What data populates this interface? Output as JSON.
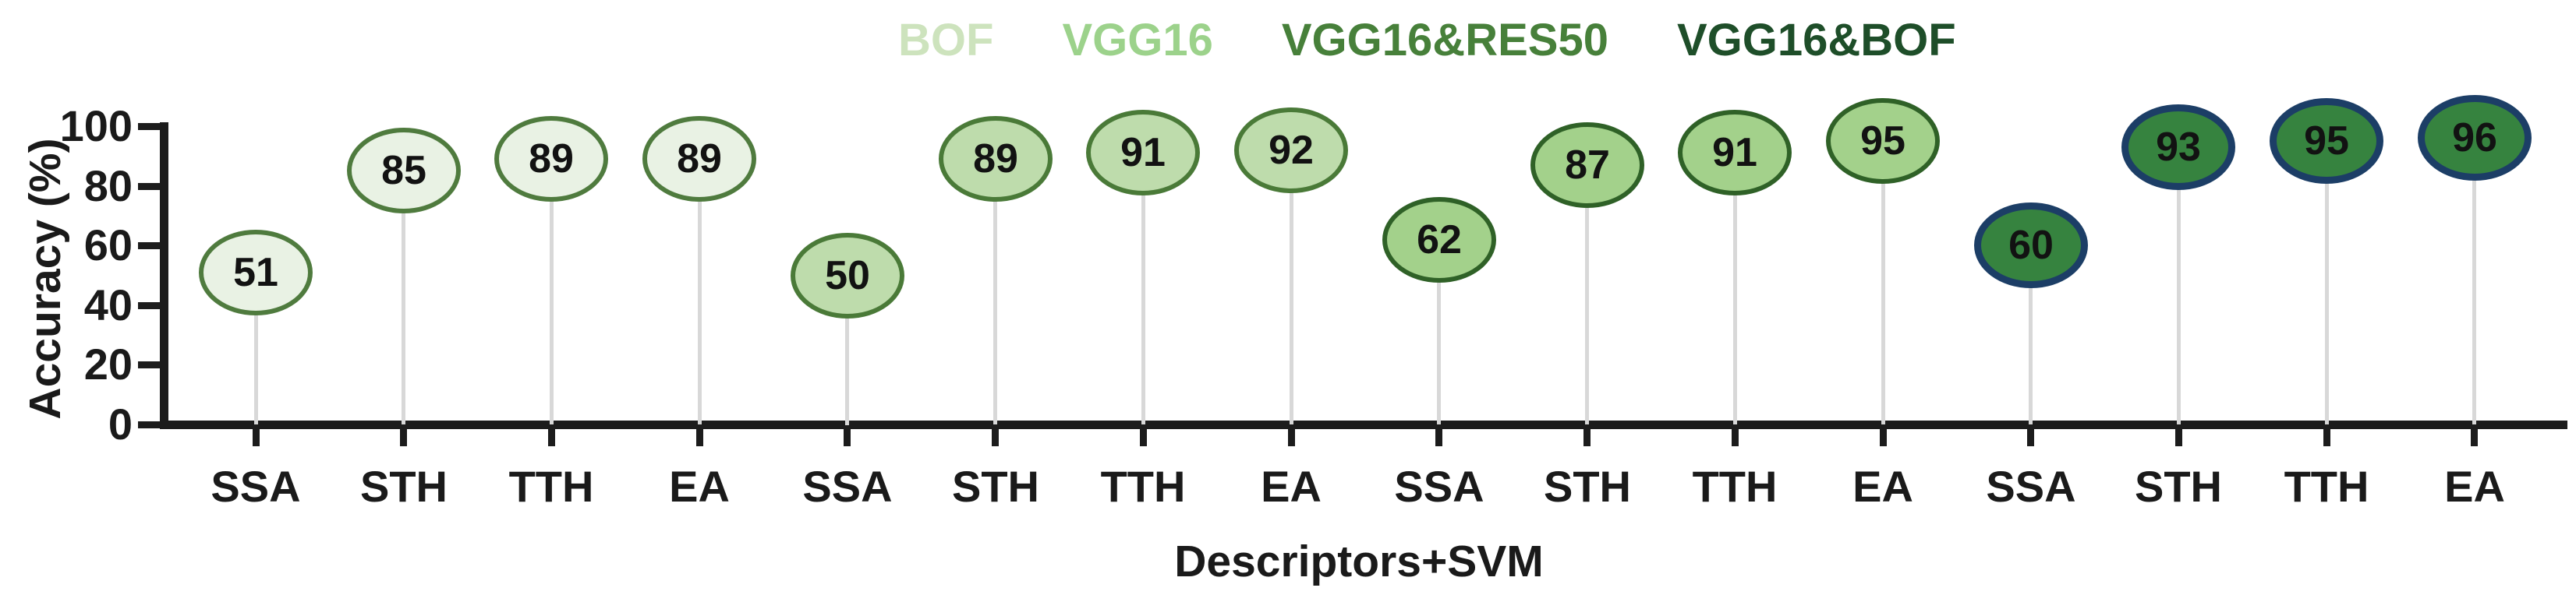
{
  "chart_data": {
    "type": "lollipop-bubble",
    "title": "",
    "xlabel": "Descriptors+SVM",
    "ylabel": "Accuracy (%)",
    "categories": [
      "SSA",
      "STH",
      "TTH",
      "EA"
    ],
    "series": [
      {
        "name": "BOF",
        "values": [
          51,
          85,
          89,
          89
        ],
        "fill": "#e9f2e4",
        "stroke": "#4f7b3e",
        "stroke_px": 6,
        "legend_color": "#cde3bd"
      },
      {
        "name": "VGG16",
        "values": [
          50,
          89,
          91,
          92
        ],
        "fill": "#bedcac",
        "stroke": "#4a7a38",
        "stroke_px": 6,
        "legend_color": "#9cd28b"
      },
      {
        "name": "VGG16&RES50",
        "values": [
          62,
          87,
          91,
          95
        ],
        "fill": "#a3d18b",
        "stroke": "#2f6127",
        "stroke_px": 6,
        "legend_color": "#47803a"
      },
      {
        "name": "VGG16&BOF",
        "values": [
          60,
          93,
          95,
          96
        ],
        "fill": "#36833f",
        "stroke": "#1c3e66",
        "stroke_px": 9,
        "legend_color": "#1e4e29"
      }
    ],
    "yticks": [
      0,
      20,
      40,
      60,
      80,
      100
    ],
    "ylim": [
      0,
      100
    ],
    "grid": false,
    "legend_position": "top",
    "value_label_color": "#121212",
    "stem_color": "#d8d8d8",
    "axis_color": "#1c1c1c"
  }
}
